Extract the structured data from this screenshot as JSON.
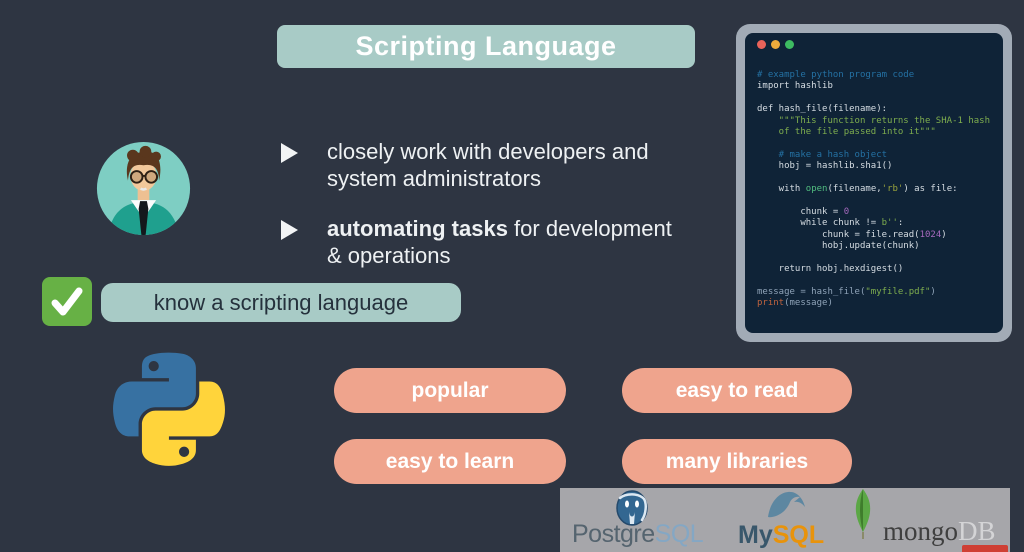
{
  "slide": {
    "title": "Scripting Language",
    "bullets": [
      {
        "line1": "closely work with developers and",
        "line2": "system administrators"
      },
      {
        "bold": "automating tasks",
        "rest": " for development",
        "line2": "& operations"
      }
    ],
    "checklist": {
      "label": "know a scripting language"
    },
    "pills": [
      "popular",
      "easy to read",
      "easy to learn",
      "many libraries"
    ]
  },
  "code_window": {
    "window_controls": [
      "close",
      "minimize",
      "maximize"
    ],
    "lines": [
      [
        [
          "c-comment",
          "# example python program code"
        ]
      ],
      [
        [
          "c-plain",
          "import hashlib"
        ]
      ],
      [],
      [
        [
          "c-plain",
          "def hash_file(filename):"
        ]
      ],
      [
        [
          "c-string",
          "    \"\"\"This function returns the SHA-1 hash"
        ]
      ],
      [
        [
          "c-string",
          "    of the file passed into it\"\"\""
        ]
      ],
      [],
      [
        [
          "c-comment",
          "    # make a hash object"
        ]
      ],
      [
        [
          "c-plain",
          "    hobj = hashlib.sha1()"
        ]
      ],
      [],
      [
        [
          "c-plain",
          "    with "
        ],
        [
          "c-func",
          "open"
        ],
        [
          "c-plain",
          "(filename,"
        ],
        [
          "c-strlit",
          "'rb'"
        ],
        [
          "c-plain",
          ") as file:"
        ]
      ],
      [],
      [
        [
          "c-plain",
          "        chunk = "
        ],
        [
          "c-num",
          "0"
        ]
      ],
      [
        [
          "c-plain",
          "        while chunk != "
        ],
        [
          "c-string",
          "b''"
        ],
        [
          "c-plain",
          ":"
        ]
      ],
      [
        [
          "c-plain",
          "            chunk = file.read("
        ],
        [
          "c-num",
          "1024"
        ],
        [
          "c-plain",
          ")"
        ]
      ],
      [
        [
          "c-plain",
          "            hobj.update(chunk)"
        ]
      ],
      [],
      [
        [
          "c-plain",
          "    return hobj.hexdigest()"
        ]
      ],
      [],
      [
        [
          "c-dim",
          "message = hash_file("
        ],
        [
          "c-string",
          "\"myfile.pdf\""
        ],
        [
          "c-dim",
          ")"
        ]
      ],
      [
        [
          "c-print",
          "print"
        ],
        [
          "c-dim",
          "(message)"
        ]
      ]
    ]
  },
  "logo_bar": {
    "postgresql": {
      "part1": "Postgre",
      "part2": "SQL"
    },
    "mysql": {
      "part1": "My",
      "part2": "SQL"
    },
    "mongodb": {
      "part1": "mongo",
      "part2": "DB"
    }
  },
  "colors": {
    "background": "#2e3542",
    "title_bg": "#a8cbc6",
    "pill_bg": "#efa48d",
    "check_green": "#67b145",
    "code_bg": "#0f2337",
    "code_frame": "#a2abb6",
    "traffic_red": "#e8635a",
    "traffic_yellow": "#ecab3c",
    "traffic_green": "#3dbb61",
    "mongo_leaf_green": "#5ba745",
    "mysql_orange": "#e8930c",
    "postgres_blue": "#336791"
  }
}
